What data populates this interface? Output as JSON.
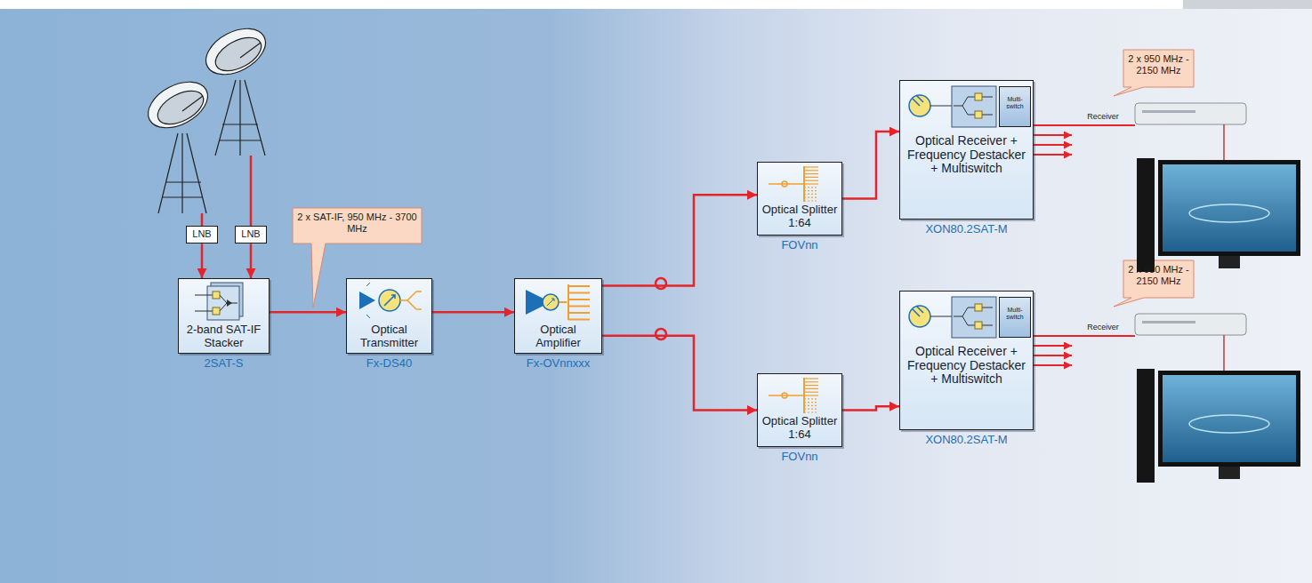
{
  "diagram": {
    "nodes": [
      {
        "text": [
          "LNB"
        ]
      },
      {
        "text": [
          "LNB"
        ]
      },
      {
        "text": [
          "2-band SAT-IF Stacker",
          "2SAT-S"
        ]
      },
      {
        "text": [
          "Optical Transmitter",
          "Fx-DS40"
        ]
      },
      {
        "text": [
          "Optical Amplifier",
          "Fx-OVnnxxx"
        ]
      },
      {
        "text": [
          "Optical Splitter 1:64",
          "FOVnn"
        ]
      },
      {
        "text": [
          "Optical Receiver + Frequency Destacker + Multiswitch",
          "XON80.2SAT-M"
        ]
      },
      {
        "text": [
          "Multi-switch"
        ],
        "in": 6
      },
      {
        "text": [
          "Optical Splitter 1:64",
          "FOVnn"
        ]
      },
      {
        "text": [
          "Optical Receiver + Frequency Destacker + Multiswitch",
          "XON80.2SAT-M"
        ]
      },
      {
        "text": [
          "Multi-switch"
        ],
        "in": 9
      }
    ],
    "edges": [
      {
        "from": 0,
        "to": 2,
        "arrow": "to"
      },
      {
        "from": 1,
        "to": 2,
        "arrow": "to"
      },
      {
        "from": 2,
        "to": 3,
        "arrow": "to"
      },
      {
        "from": 3,
        "to": 4,
        "arrow": "to"
      },
      {
        "from": 4,
        "to": 5,
        "arrow": "to"
      },
      {
        "from": 4,
        "to": 8,
        "arrow": "to"
      },
      {
        "from": 5,
        "to": 6,
        "arrow": "to"
      },
      {
        "from": 8,
        "to": 9,
        "arrow": "to"
      }
    ],
    "labels": [
      "2 x SAT-IF, 950 MHz - 3700 MHz",
      "2 x 950 MHz - 2150 MHz",
      "Receiver",
      "2 x 950 MHz - 2150 MHz",
      "Receiver"
    ]
  }
}
